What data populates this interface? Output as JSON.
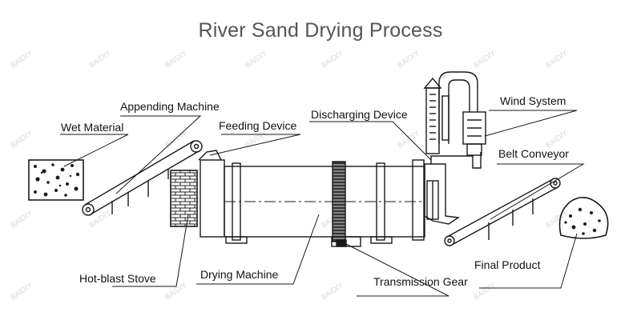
{
  "title": "River Sand Drying Process",
  "labels": {
    "wet_material": "Wet Material",
    "appending_machine": "Appending Machine",
    "feeding_device": "Feeding Device",
    "discharging_device": "Discharging Device",
    "wind_system": "Wind System",
    "belt_conveyor": "Belt Conveyor",
    "hot_blast_stove": "Hot-blast Stove",
    "drying_machine": "Drying Machine",
    "transmission_gear": "Transmission Gear",
    "final_product": "Final Product"
  },
  "watermark": "BAIDIY"
}
